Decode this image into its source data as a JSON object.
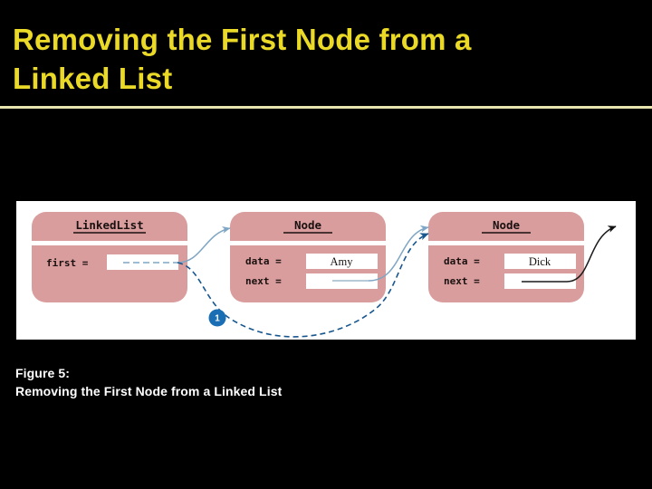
{
  "slide": {
    "background_color": "#000000",
    "title": "Removing the First Node from a\nLinked List",
    "title_color": "#ebd927",
    "divider_color": "#e8e4b0"
  },
  "figure": {
    "panel_background": "#ffffff",
    "node_fill": "#d99d9d",
    "field_fill": "#ffffff",
    "pointer_blue": "#2a6ca8",
    "pointer_light": "#9fb8cc",
    "pointer_dark": "#1a1a1a",
    "step_badge_color": "#1a6fb4",
    "boxes": [
      {
        "id": "linked-list",
        "title": "LinkedList",
        "fields": [
          {
            "label": "first =",
            "value": ""
          }
        ]
      },
      {
        "id": "node-amy",
        "title": "Node",
        "fields": [
          {
            "label": "data =",
            "value": "Amy"
          },
          {
            "label": "next =",
            "value": ""
          }
        ]
      },
      {
        "id": "node-dick",
        "title": "Node",
        "fields": [
          {
            "label": "data =",
            "value": "Dick"
          },
          {
            "label": "next =",
            "value": ""
          }
        ]
      }
    ],
    "step_badges": [
      {
        "label": "1"
      }
    ]
  },
  "caption": {
    "line1": "Figure 5:",
    "line2": "Removing the First Node from a Linked List"
  }
}
